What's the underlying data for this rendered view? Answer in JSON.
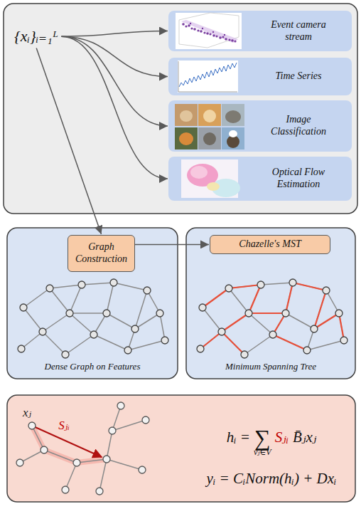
{
  "diagram": {
    "nodes": [
      {
        "text": []
      },
      {
        "text": [
          "{xᵢ}ᵢ₌₁ᴸ"
        ],
        "in": 0
      },
      {
        "text": [
          "Event camera stream"
        ],
        "in": 0
      },
      {
        "text": [
          "Time Series"
        ],
        "in": 0
      },
      {
        "text": [
          "Image Classification"
        ],
        "in": 0
      },
      {
        "text": [
          "Optical Flow Estimation"
        ],
        "in": 0
      },
      {
        "text": [
          "Dense Graph on Features"
        ]
      },
      {
        "text": [
          "Graph Construction"
        ],
        "in": 6
      },
      {
        "text": [
          "Minimum Spanning Tree"
        ]
      },
      {
        "text": [
          "Chazelle's MST"
        ],
        "in": 8
      },
      {
        "text": [
          "hᵢ =",
          "∑",
          "vⱼ∈V",
          "Sⱼᵢ",
          "B̄ⱼxⱼ",
          "yᵢ = CᵢNorm(hᵢ) + Dxᵢ"
        ]
      }
    ],
    "edges": [
      {
        "from": 1,
        "to": 2,
        "arrow": "to"
      },
      {
        "from": 1,
        "to": 3,
        "arrow": "to"
      },
      {
        "from": 1,
        "to": 4,
        "arrow": "to"
      },
      {
        "from": 1,
        "to": 5,
        "arrow": "to"
      },
      {
        "from": 1,
        "to": 7,
        "arrow": "to"
      },
      {
        "from": 7,
        "to": 9,
        "arrow": "to"
      }
    ],
    "labels": [
      "xⱼ",
      "Sⱼᵢ"
    ]
  }
}
